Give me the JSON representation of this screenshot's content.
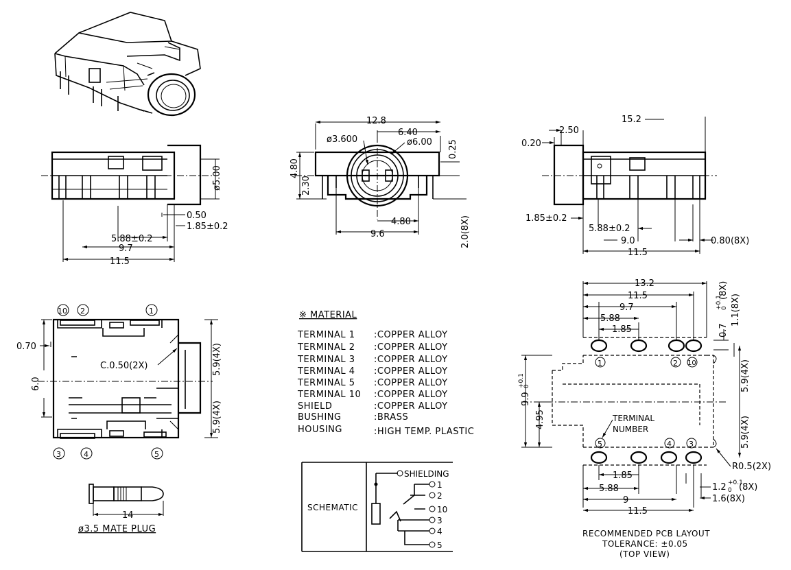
{
  "front_view": {
    "dims": [
      "0.50",
      "1.85±0.2",
      "5.88±0.2",
      "9.7",
      "11.5",
      "ø5.00"
    ]
  },
  "end_view": {
    "dims": [
      "12.8",
      "6.40",
      "ø3.600",
      "ø6.00",
      "0.25",
      "4.80",
      "2.30",
      "4.80",
      "9.6",
      "2.0(8X)"
    ]
  },
  "rear_view": {
    "dims": [
      "2.50",
      "15.2",
      "0.20",
      "1.85±0.2",
      "5.88±0.2",
      "9.0",
      "11.5",
      "0.80(8X)"
    ]
  },
  "top_view": {
    "dims": [
      "0.70",
      "6.0",
      "C.0.50(2X)",
      "5.9(4X)",
      "5.9(4X)"
    ],
    "pins": [
      "10",
      "2",
      "1",
      "3",
      "4",
      "5"
    ]
  },
  "plug": {
    "dim": "14",
    "caption": "ø3.5 MATE PLUG"
  },
  "material": {
    "title": "※ MATERIAL",
    "rows": [
      {
        "part": "TERMINAL  1",
        "mat": ":COPPER  ALLOY"
      },
      {
        "part": "TERMINAL  2",
        "mat": ":COPPER  ALLOY"
      },
      {
        "part": "TERMINAL  3",
        "mat": ":COPPER  ALLOY"
      },
      {
        "part": "TERMINAL  4",
        "mat": ":COPPER  ALLOY"
      },
      {
        "part": "TERMINAL  5",
        "mat": ":COPPER  ALLOY"
      },
      {
        "part": "TERMINAL  10",
        "mat": ":COPPER  ALLOY"
      },
      {
        "part": "SHIELD",
        "mat": ":COPPER  ALLOY"
      },
      {
        "part": "BUSHING",
        "mat": ":BRASS"
      },
      {
        "part": "HOUSING",
        "mat": ":HIGH  TEMP.  PLASTIC"
      }
    ]
  },
  "schematic": {
    "label": "SCHEMATIC",
    "pins": [
      "SHIELDING",
      "1",
      "2",
      "10",
      "3",
      "4",
      "5"
    ]
  },
  "pcb": {
    "dims_top": [
      "13.2",
      "11.5",
      "9.7",
      "5.88",
      "1.85"
    ],
    "dims_right": [
      "0.7",
      "+0.1",
      "0",
      "(8X)",
      "1.1(8X)",
      "5.9(4X)",
      "5.9(4X)"
    ],
    "dims_left": [
      "9.9",
      "+0.1",
      "0",
      "4.95"
    ],
    "dims_bottom": [
      "1.85",
      "5.88",
      "9",
      "11.5",
      "1.2",
      "+0.1",
      "0",
      "(8X)",
      "1.6(8X)",
      "R0.5(2X)"
    ],
    "terminal_label": [
      "TERMINAL",
      "NUMBER"
    ],
    "pins": [
      "1",
      "2",
      "10",
      "5",
      "4",
      "3"
    ],
    "caption": [
      "RECOMMENDED  PCB  LAYOUT",
      "TOLERANCE: ±0.05",
      "(TOP  VIEW)"
    ]
  }
}
